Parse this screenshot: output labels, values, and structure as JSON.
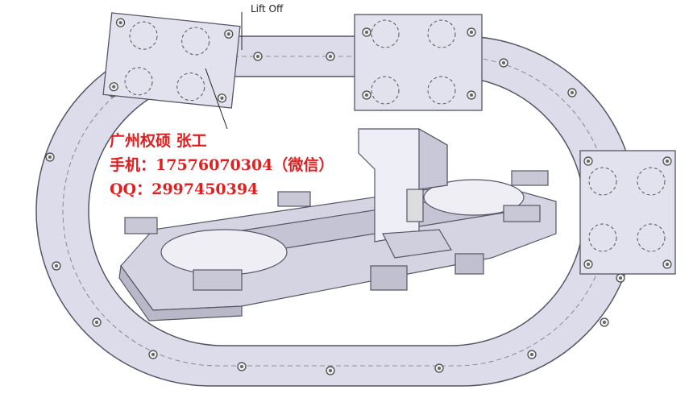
{
  "diagram": {
    "callout_label": "Lift Off",
    "contact": {
      "company_line": "广州权硕 张工",
      "phone_line": "手机：17576070304（微信）",
      "qq_line": "QQ：2997450394"
    },
    "colors": {
      "track_fill": "#dcdcea",
      "plate_fill": "#e2e2ee",
      "outline": "#555566",
      "overlay_text": "#e02020"
    }
  }
}
